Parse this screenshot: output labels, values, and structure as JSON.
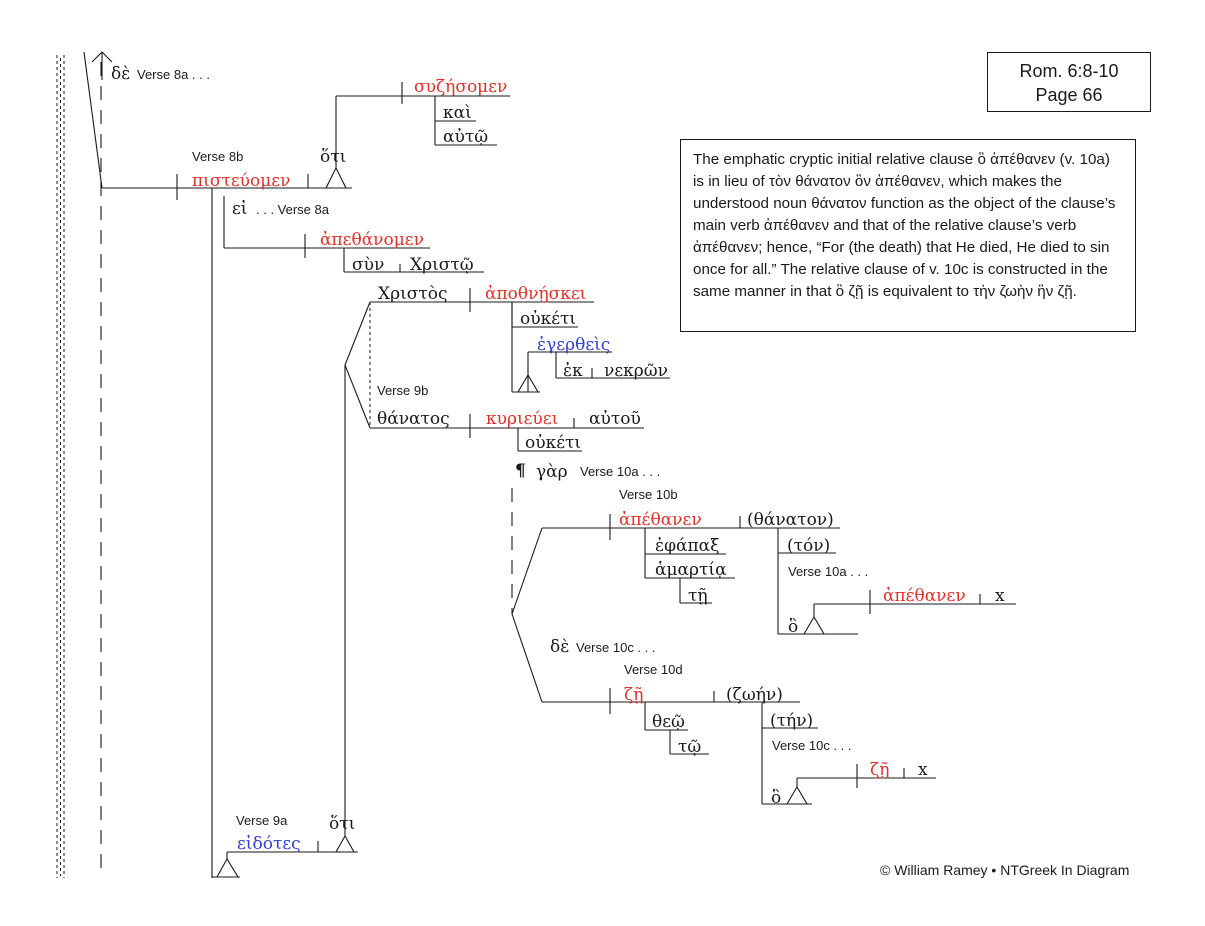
{
  "reference": {
    "line1": "Rom. 6:8-10",
    "line2": "Page 66"
  },
  "note": "The emphatic cryptic initial relative clause ὃ ἀπέθανεν (v. 10a) is in lieu of τὸν θάνατον ὃν ἀπέθανεν, which makes the understood noun θάνατον function as the object of the clause’s main verb ἀπέθανεν and that of the relative clause’s verb ἀπέθανεν; hence, “For (the death) that He died, He died to sin once for all.” The relative clause of v. 10c is constructed in the same manner in that ὃ ζῇ is equivalent to τὴν ζωὴν ἣν ζῇ.",
  "credit": "© William Ramey • NTGreek In Diagram",
  "colors": {
    "verb": "#e0302a",
    "participle": "#2f3fd0",
    "text": "#1a1a1a"
  },
  "words": {
    "de_8a": "δὲ",
    "suzesomen": "συζήσομεν",
    "kai": "καὶ",
    "auto": "αὐτῷ",
    "hoti_8b": "ὅτι",
    "pisteuomen": "πιστεύομεν",
    "ei": "εἰ",
    "apethanomen": "ἀπεθάνομεν",
    "sun": "σὺν",
    "christo": "Χριστῷ",
    "christos": "Χριστὸς",
    "apothneskei": "ἀποθνῄσκει",
    "ouketi_1": "οὐκέτι",
    "egertheis": "ἐγερθεὶς",
    "ek": "ἐκ",
    "nekron": "νεκρῶν",
    "thanatos": "θάνατος",
    "kurieuei": "κυριεύει",
    "autou": "αὐτοῦ",
    "ouketi_2": "οὐκέτι",
    "gar": "γὰρ",
    "apethanen_main": "ἀπέθανεν",
    "thanaton": "(θάνατον)",
    "ephapax": "ἐφάπαξ",
    "ton": "(τόν)",
    "hamartia": "ἁμαρτίᾳ",
    "te": "τῇ",
    "apethanen_rel": "ἀπέθανεν",
    "x_1": "x",
    "ho_1": "ὃ",
    "de_10c": "δὲ",
    "ze_main": "ζῇ",
    "zoen": "(ζωήν)",
    "theo": "θεῷ",
    "ten": "(τήν)",
    "to": "τῷ",
    "ze_rel": "ζῇ",
    "x_2": "x",
    "ho_2": "ὃ",
    "hoti_9a": "ὅτι",
    "eidotes": "εἰδότες"
  },
  "labels": {
    "verse_8a_top": "Verse 8a . . .",
    "verse_8b": "Verse 8b",
    "verse_8a_ei": ". . . Verse 8a",
    "verse_9b": "Verse 9b",
    "verse_10a_gar": "Verse 10a . . .",
    "verse_10b": "Verse 10b",
    "verse_10a_rel": "Verse 10a . . .",
    "verse_10c_de": "Verse 10c . . .",
    "verse_10d": "Verse 10d",
    "verse_10c_rel": "Verse 10c . . .",
    "verse_9a": "Verse 9a",
    "paragraph_mark": "¶"
  }
}
